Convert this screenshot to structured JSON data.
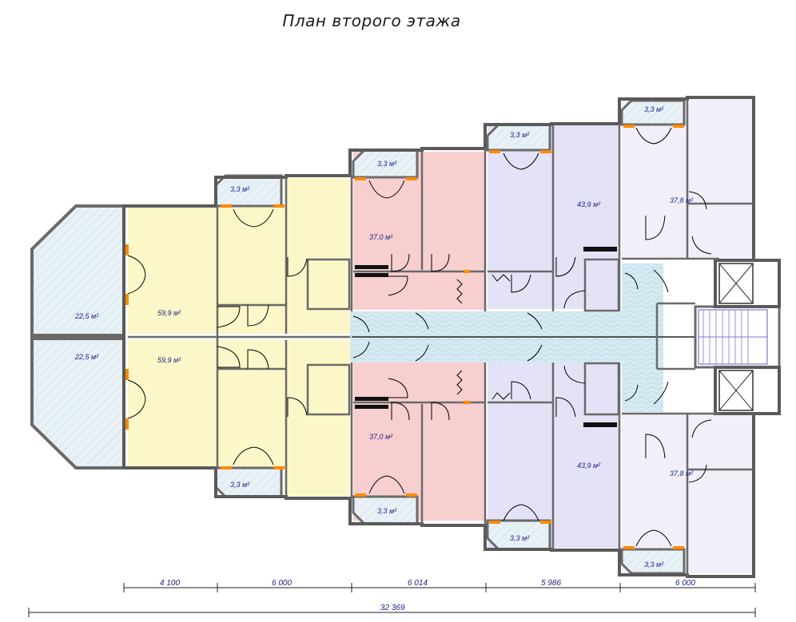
{
  "title": "План второго этажа",
  "colors": {
    "unit_59": "#fbf7c8",
    "unit_37_0": "#f7cfcf",
    "unit_43_9": "#e4e2f6",
    "unit_37_8": "#f2eff9",
    "balcony": "#e6f0f5",
    "corridor": "#cfe6ef",
    "stair": "#cfcfef"
  },
  "rooms": {
    "terrace_top": "22,5 м²",
    "terrace_bottom": "22,5 м²",
    "apt_a_top": "59,9 м²",
    "apt_a_bottom": "59,9 м²",
    "apt_b_top": "37,0 м²",
    "apt_b_bottom": "37,0 м²",
    "apt_c_top": "43,9 м²",
    "apt_c_bottom": "43,9 м²",
    "apt_d_top": "37,8 м²",
    "apt_d_bottom": "37,8 м²"
  },
  "balconies": {
    "b1": "3,3 м²",
    "b2": "3,3 м²",
    "b3": "3,3 м²",
    "b4": "3,3 м²",
    "b5": "3,3 м²",
    "b6": "3,3 м²",
    "b7": "3,3 м²",
    "b8": "3,3 м²"
  },
  "dimensions": {
    "d1": "4 100",
    "d2": "6 000",
    "d3": "6 014",
    "d4": "5 986",
    "d5": "6 000",
    "total": "32 369"
  }
}
